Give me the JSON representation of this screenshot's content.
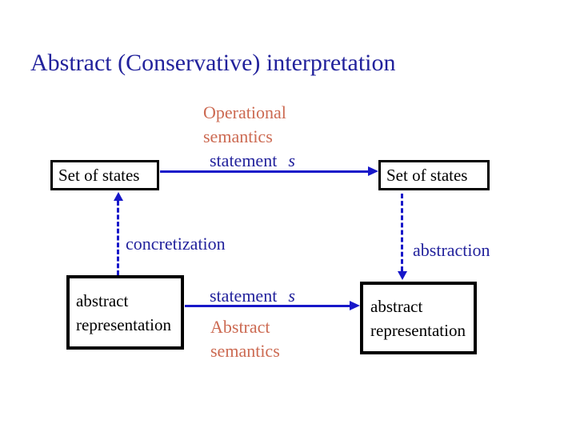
{
  "slide": {
    "title": "Abstract (Conservative) interpretation"
  },
  "top": {
    "semantics_line1": "Operational",
    "semantics_line2": "semantics",
    "arrow_label": "statement",
    "arrow_var": "s",
    "left_box": "Set of states",
    "right_box": "Set of states"
  },
  "middle": {
    "left_label": "concretization",
    "right_label": "abstraction"
  },
  "bottom": {
    "arrow_label": "statement",
    "arrow_var": "s",
    "semantics_line1": "Abstract",
    "semantics_line2": "semantics",
    "left_box_line1": "abstract",
    "left_box_line2": "representation",
    "right_box_line1": "abstract",
    "right_box_line2": "representation"
  },
  "colors": {
    "background": "#FFFFFF",
    "title_text": "#22229C",
    "label_blue": "#22229C",
    "accent_orange": "#CC6A52",
    "arrow_blue": "#1717C9",
    "box_border": "#000000",
    "box_text": "#000000"
  }
}
